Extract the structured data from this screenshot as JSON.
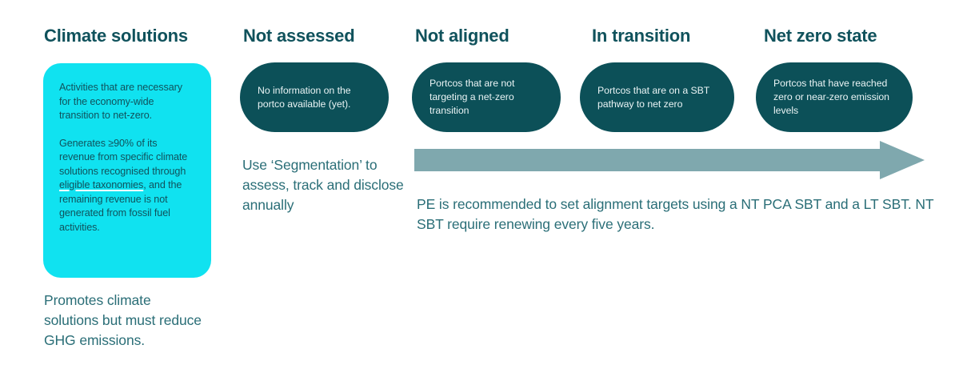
{
  "colors": {
    "dark_teal": "#0C5058",
    "heading_teal": "#10525C",
    "body_teal": "#2A6E77",
    "cyan": "#10E2F0",
    "arrow_grey_teal": "#7FA8AE",
    "pill_text": "#E9F3F4",
    "background": "#FFFFFF"
  },
  "columns": [
    {
      "heading": "Climate solutions"
    },
    {
      "heading": "Not assessed"
    },
    {
      "heading": "Not aligned"
    },
    {
      "heading": "In transition"
    },
    {
      "heading": "Net zero state"
    }
  ],
  "climate_solutions_card": {
    "paragraph_1": "Activities that are necessary for the economy-wide transition to net-zero.",
    "paragraph_2_before_link": "Generates ≥90% of its revenue from specific climate solutions recognised through ",
    "link_text": "eligible taxonomies",
    "paragraph_2_after_link": ", and the remaining revenue is not generated from fossil fuel activities."
  },
  "left_note": "Promotes climate solutions but must reduce GHG emissions.",
  "pills": [
    {
      "name": "not-assessed",
      "text": "No information on the portco available (yet)."
    },
    {
      "name": "not-aligned",
      "text": "Portcos that are not targeting a net-zero transition"
    },
    {
      "name": "in-transition",
      "text": "Portcos that are on a SBT pathway to net zero"
    },
    {
      "name": "net-zero-state",
      "text": "Portcos that have reached zero or near-zero emission levels"
    }
  ],
  "segmentation_caption": "Use ‘Segmentation’ to assess, track and disclose annually",
  "progression_arrow": {
    "icon": "right-arrow-icon",
    "direction": "right"
  },
  "bottom_note": "PE is recommended to set alignment targets using a NT PCA SBT and a LT SBT. NT SBT require renewing every five years."
}
